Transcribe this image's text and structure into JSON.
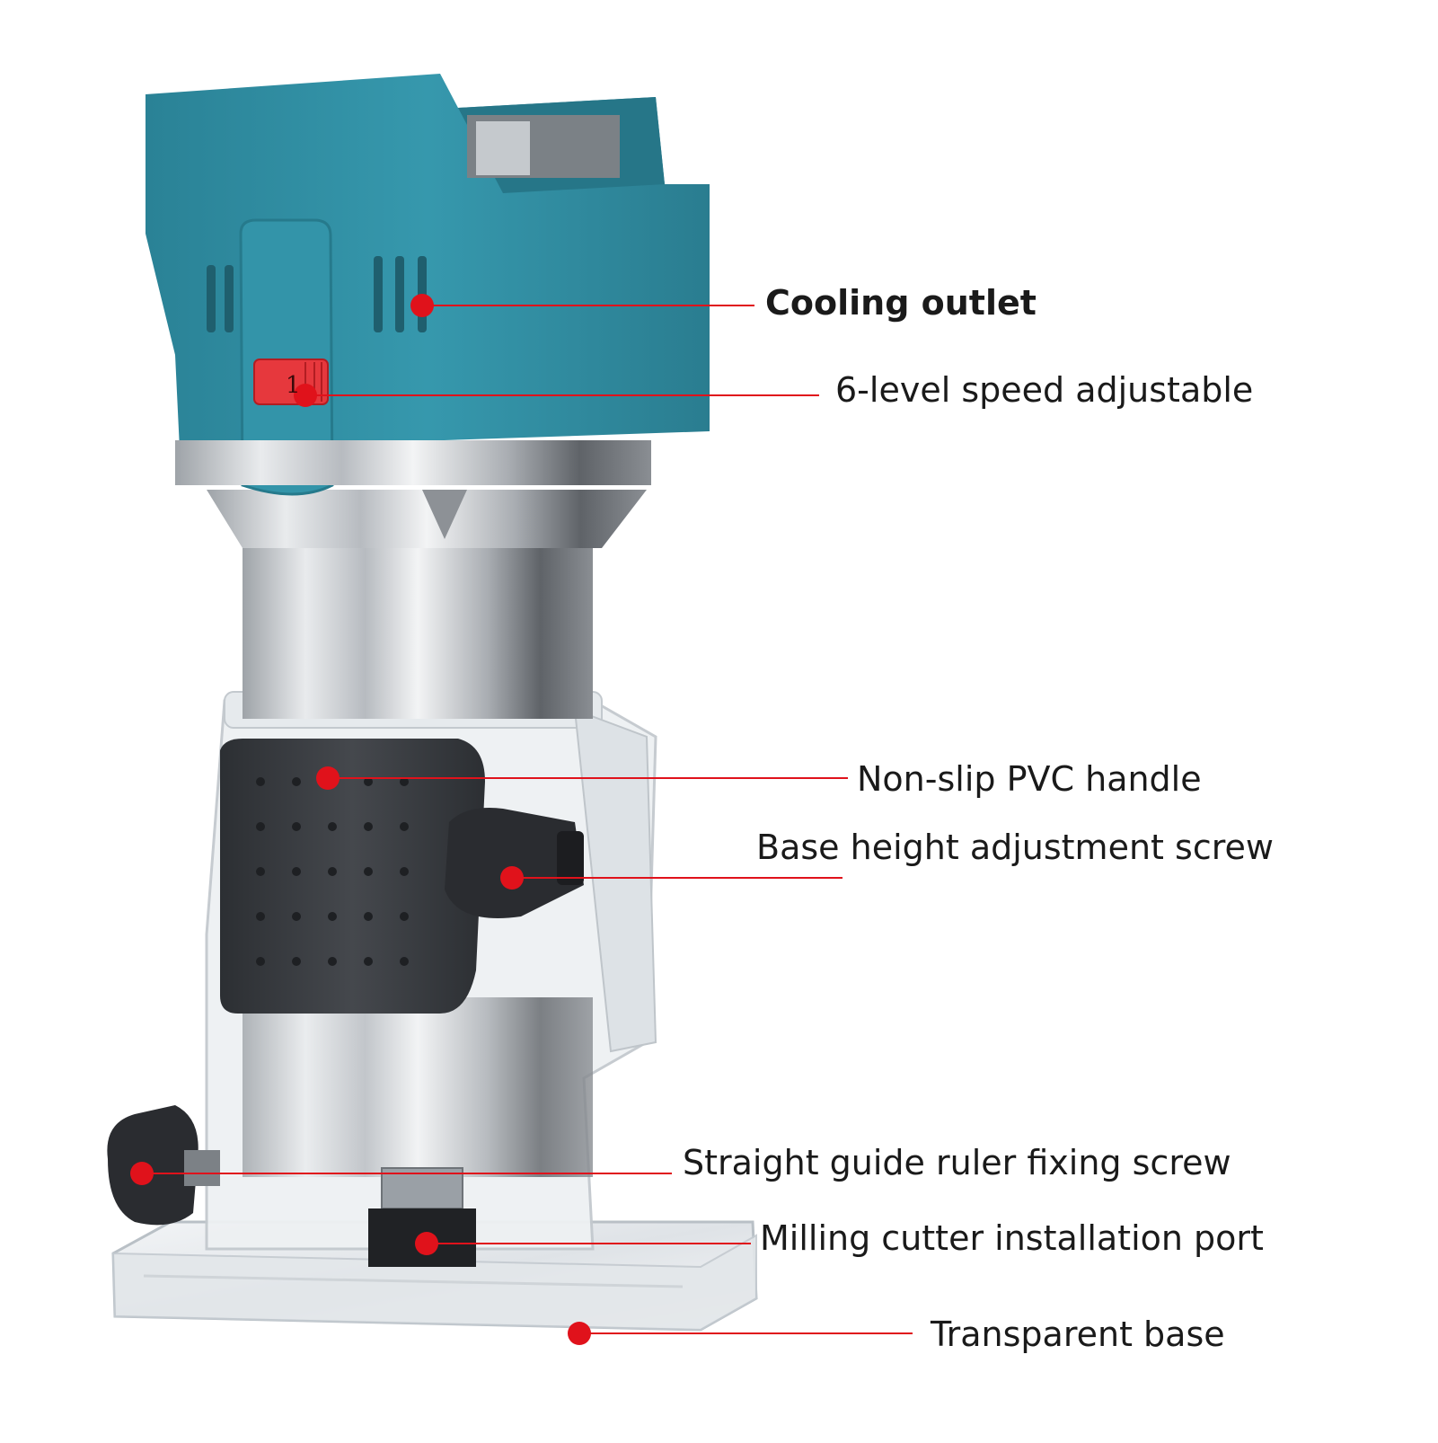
{
  "callouts": {
    "cooling_outlet": "Cooling outlet",
    "speed": "6-level speed adjustable",
    "handle": "Non-slip PVC handle",
    "base_height_screw": "Base height adjustment screw",
    "guide_screw": "Straight guide ruler fixing screw",
    "milling_port": "Milling cutter installation port",
    "transparent_base": "Transparent base"
  },
  "speed_dial_value": "1",
  "colors": {
    "body_teal": "#2f8ea3",
    "leader_red": "#e0121b",
    "aluminum": "#c9ccd0",
    "grip_dark": "#3a3d42"
  }
}
